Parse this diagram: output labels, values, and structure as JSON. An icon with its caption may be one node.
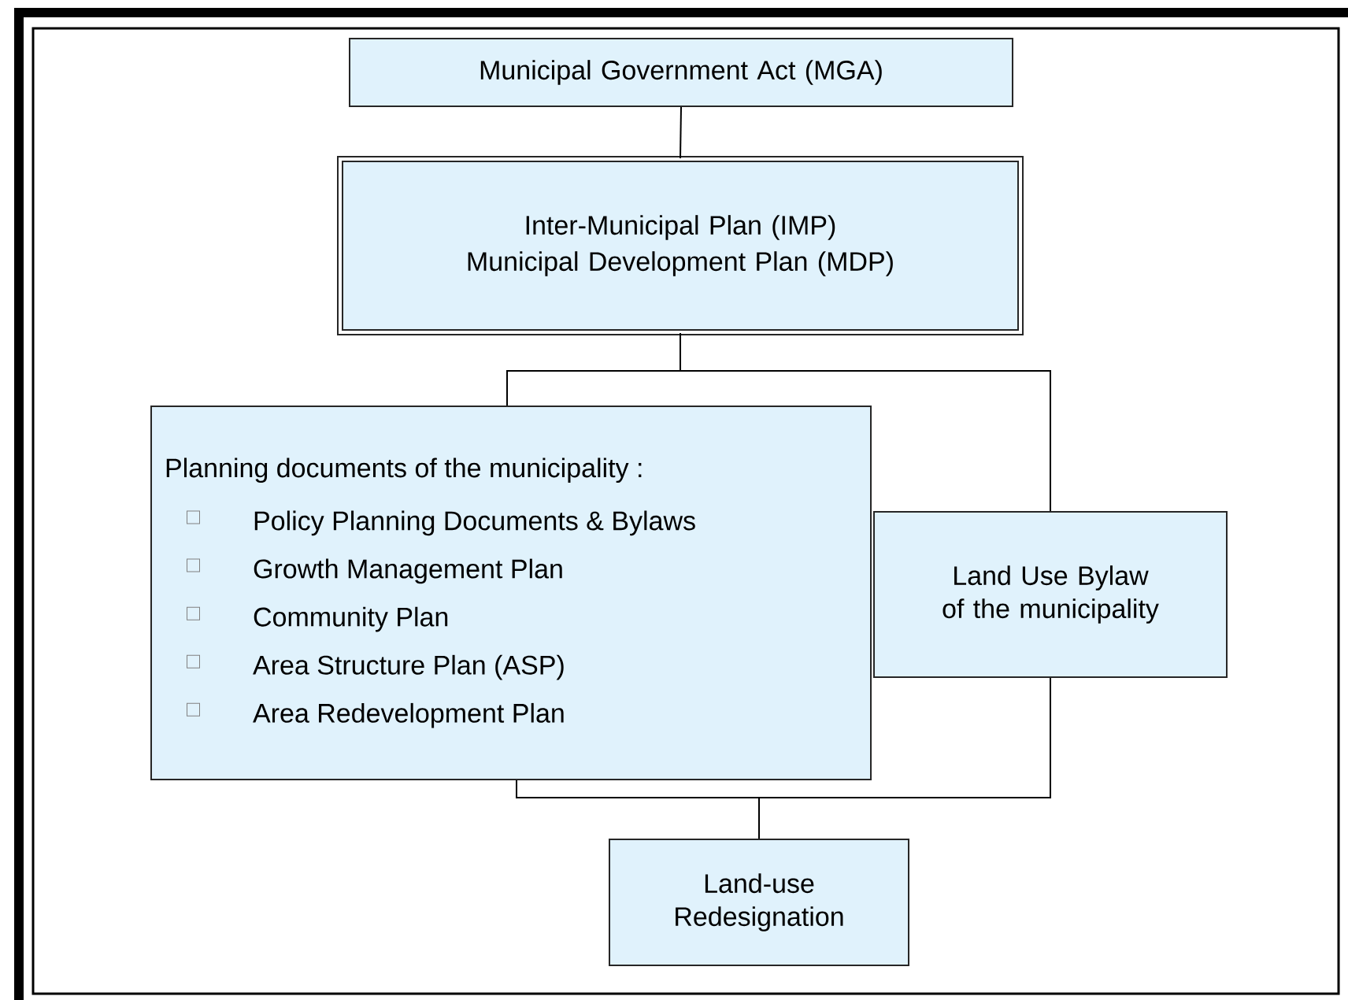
{
  "diagram": {
    "nodes": [
      {
        "text": [
          "Municipal Government Act (MGA)"
        ]
      },
      {
        "text": [
          "Inter-Municipal Plan (IMP)",
          "Municipal Development Plan (MDP)"
        ]
      },
      {
        "text": [
          "Planning documents of the municipality :",
          "Policy Planning Documents & Bylaws",
          "Growth Management Plan",
          "Community Plan",
          "Area Structure Plan (ASP)",
          "Area Redevelopment Plan"
        ]
      },
      {
        "text": [
          "Land Use Bylaw of the municipality"
        ]
      },
      {
        "text": [
          "Land-use Redesignation"
        ]
      }
    ],
    "edges": [
      {
        "from": 0,
        "to": 1,
        "arrow": "none"
      },
      {
        "from": 1,
        "to": 2,
        "arrow": "none"
      },
      {
        "from": 1,
        "to": 3,
        "arrow": "none"
      },
      {
        "from": 2,
        "to": 4,
        "arrow": "none"
      },
      {
        "from": 3,
        "to": 4,
        "arrow": "none"
      }
    ]
  }
}
